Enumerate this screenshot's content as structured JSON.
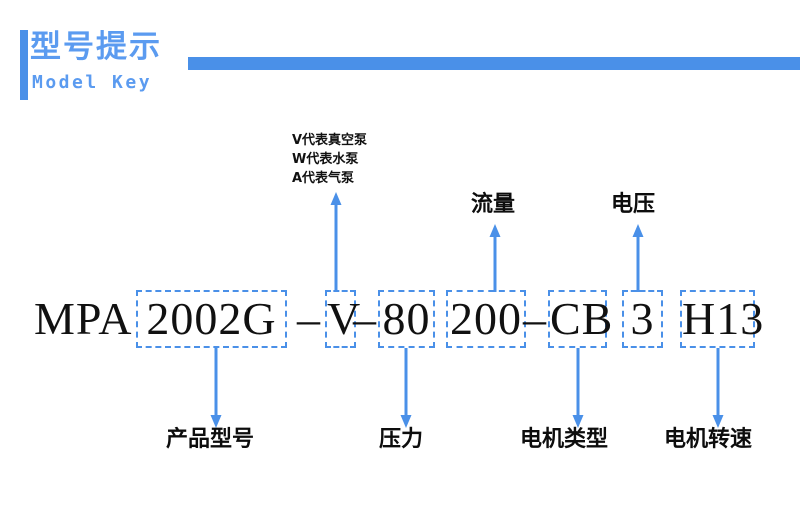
{
  "header": {
    "title_cn": "型号提示",
    "title_en": "Model Key",
    "accent_color": "#4a90e8",
    "title_color": "#5b9bf0"
  },
  "model_code": {
    "prefix": "MPA",
    "separator": "–",
    "segments": [
      {
        "key": "product-model",
        "value": "2002G",
        "boxed": true
      },
      {
        "key": "pump-type",
        "value": "V",
        "boxed": true
      },
      {
        "key": "pressure",
        "value": "80",
        "boxed": true
      },
      {
        "key": "flow-rate",
        "value": "200",
        "boxed": true
      },
      {
        "key": "motor-type",
        "value": "CB",
        "boxed": true
      },
      {
        "key": "voltage",
        "value": "3",
        "boxed": true
      },
      {
        "key": "motor-speed",
        "value": "H13",
        "boxed": true
      }
    ]
  },
  "legend": {
    "lines": [
      "V代表真空泵",
      "W代表水泵",
      "A代表气泵"
    ]
  },
  "callouts_top": [
    {
      "key": "pump-type-callout",
      "label": ""
    },
    {
      "key": "flow-rate-callout",
      "label": "流量"
    },
    {
      "key": "voltage-callout",
      "label": "电压"
    }
  ],
  "callouts_bottom": [
    {
      "key": "product-model-callout",
      "label": "产品型号"
    },
    {
      "key": "pressure-callout",
      "label": "压力"
    },
    {
      "key": "motor-type-callout",
      "label": "电机类型"
    },
    {
      "key": "motor-speed-callout",
      "label": "电机转速"
    }
  ],
  "colors": {
    "arrow": "#4a90e8",
    "dashed_border": "#4a90e8",
    "text": "#111111",
    "background": "#ffffff"
  }
}
